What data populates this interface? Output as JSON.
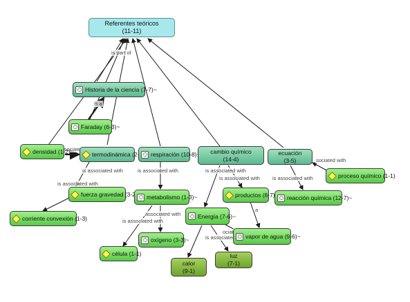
{
  "nodes": {
    "root": {
      "title": "Referentes teóricos",
      "count": "(11-11)"
    },
    "historia": {
      "label": "Historia de la ciencia (7-7)~"
    },
    "faraday": {
      "label": "Faraday (6-3)~"
    },
    "densidad": {
      "label": "densidad (1-2)"
    },
    "termodinamica": {
      "label": "termodinámica (2-5)"
    },
    "respiracion": {
      "label": "respiración (10-8)~"
    },
    "cambio": {
      "title": "cambio químico",
      "count": "(14-4)"
    },
    "ecuacion": {
      "title": "ecuación",
      "count": "(3-5)"
    },
    "proceso": {
      "label": "proceso químico (1-1)"
    },
    "fuerza": {
      "label": "fuerza gravedad (3-2)"
    },
    "metabolismo": {
      "label": "metabolismo (1-3)~"
    },
    "productos": {
      "label": "productos (8-7)"
    },
    "reaccion": {
      "label": "reacción química (12-7)~"
    },
    "corriente": {
      "label": "corriente convexión (1-3)"
    },
    "energia": {
      "label": "Energía (7-6)~"
    },
    "oxigeno": {
      "label": "oxígeno (3-3)~"
    },
    "vapor": {
      "label": "vapor de agua (9-6)~"
    },
    "celula": {
      "label": "célula (1-1)"
    },
    "calor": {
      "title": "calor",
      "count": "(9-1)"
    },
    "luz": {
      "title": "luz",
      "count": "(7-1)"
    }
  },
  "labels": {
    "is_part_of": "is part of",
    "is_a": "is a",
    "a": "a",
    "assoc_with": "is associated with",
    "assoc_cut": "ssociated with",
    "assoc_cut2": "associated with",
    "assoc_cut3": "sociated with",
    "assoc_cut4": "ociated with"
  },
  "colors": {
    "edge": "#1a1a1a",
    "root_fill": "#a7e8ec",
    "bright_fill": "#58c947",
    "teal_fill": "#5cb98f",
    "olive_fill": "#6fa22f"
  },
  "icons": {
    "gear": "gear-icon",
    "diamond": "diamond-icon"
  }
}
